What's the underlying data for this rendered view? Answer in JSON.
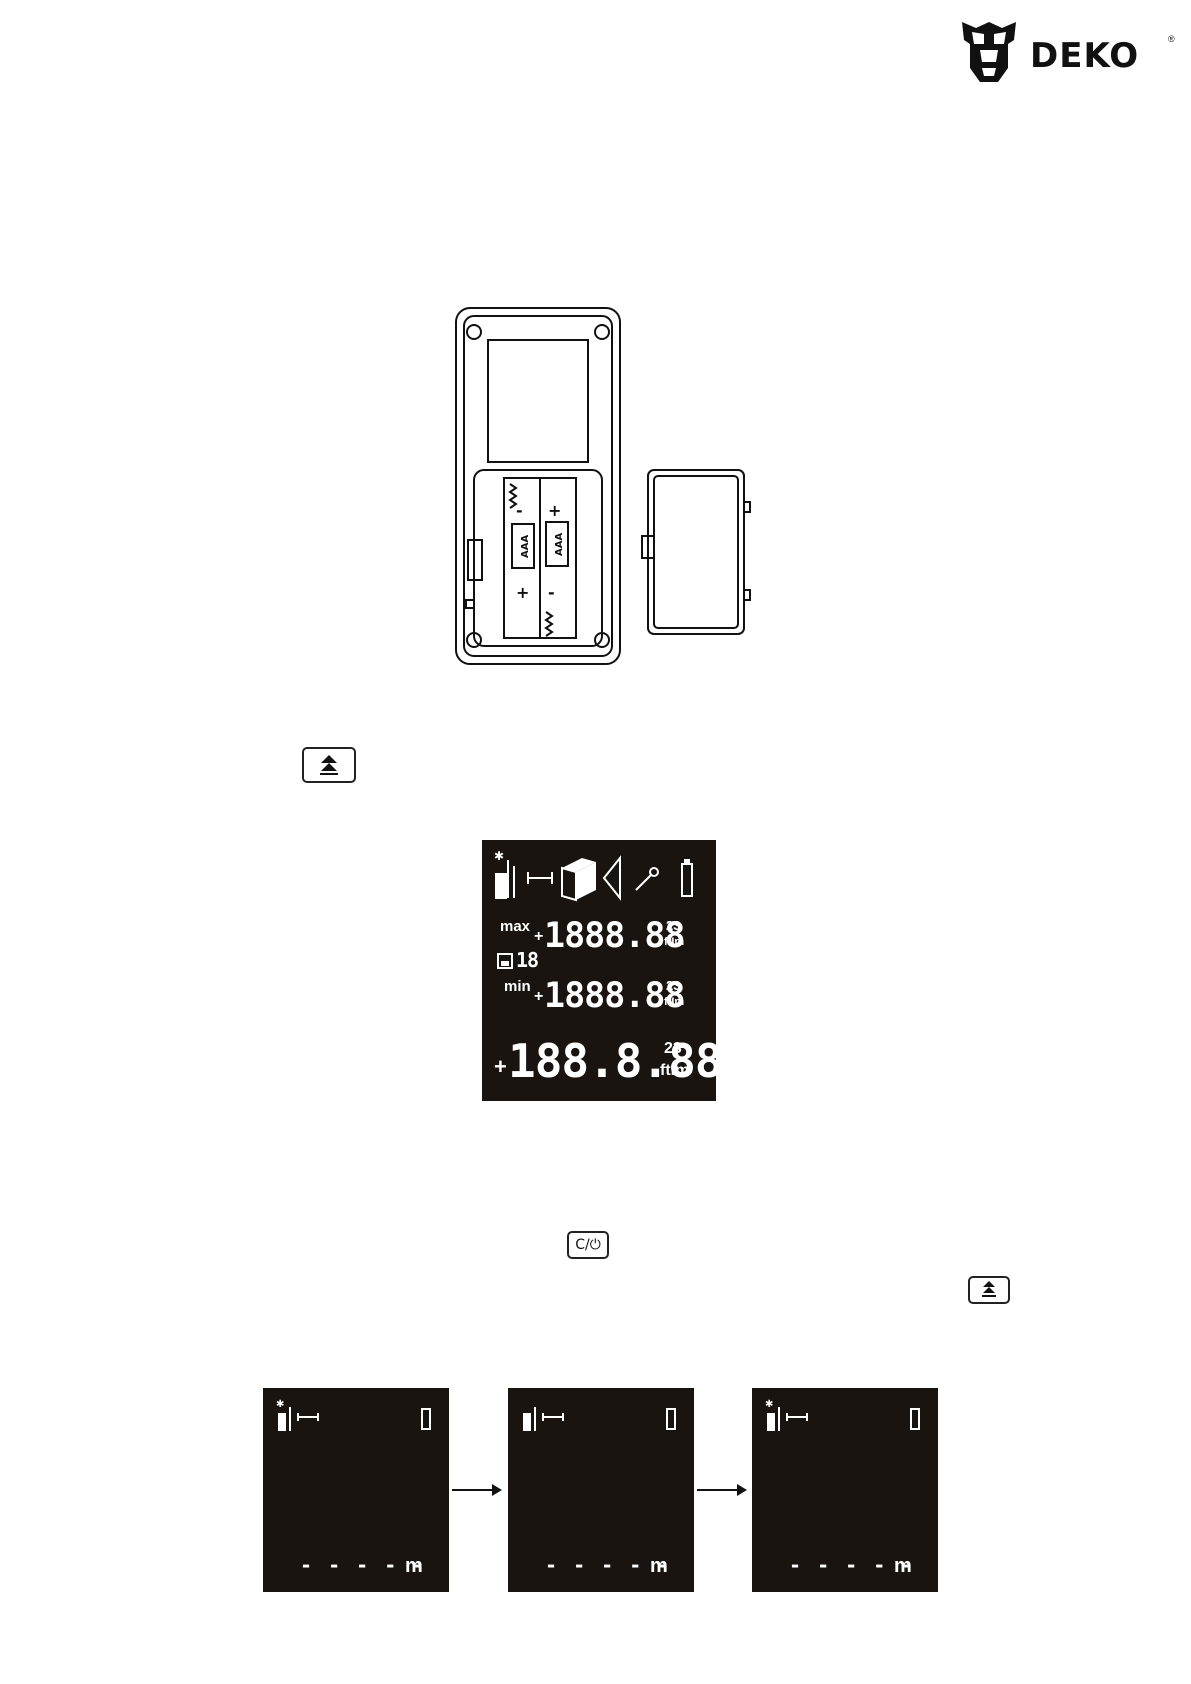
{
  "logo": {
    "brand": "DEKO",
    "registered": "®"
  },
  "device_figure": {
    "battery_labels": [
      "AAA",
      "AAA"
    ],
    "polarity": [
      "-",
      "+",
      "+",
      "-"
    ]
  },
  "keys": {
    "up_key_icon": "double-up-arrow-icon",
    "clear_power_key": "C/⏻"
  },
  "main_lcd": {
    "row1": {
      "label": "max",
      "sign": "+",
      "digits": "1888.88",
      "sup": "23",
      "units": "ftIm"
    },
    "memory": {
      "digits": "18"
    },
    "row2": {
      "label": "min",
      "sign": "+",
      "digits": "1888.88",
      "sup": "23",
      "units": "ftIm"
    },
    "row3": {
      "sign": "+",
      "digits": "188.8.88",
      "sup": "23",
      "units": "ftIm"
    }
  },
  "mini_screens": [
    {
      "dashes": "- - - - -",
      "unit": "m",
      "laser_on": true
    },
    {
      "dashes": "- - - - -",
      "unit": "m",
      "laser_on": false
    },
    {
      "dashes": "- - - - -",
      "unit": "m",
      "laser_on": true
    }
  ],
  "colors": {
    "lcd_background": "#1a1411",
    "lcd_foreground": "#ffffff",
    "line": "#111111"
  }
}
